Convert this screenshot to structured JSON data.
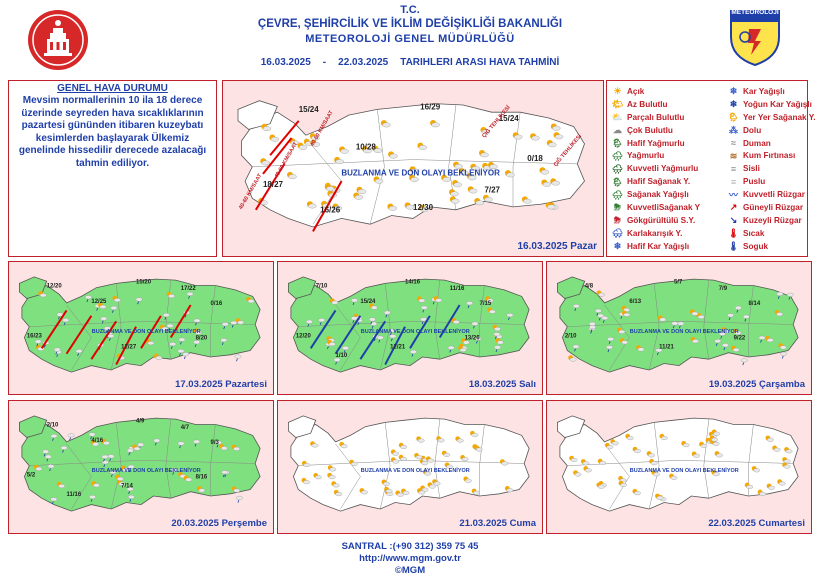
{
  "header": {
    "line1": "T.C.",
    "line2": "ÇEVRE, ŞEHİRCİLİK VE İKLİM DEĞİŞİKLİĞİ BAKANLIĞI",
    "line3": "METEOROLOJİ  GENEL  MÜDÜRLÜĞÜ",
    "date_from": "16.03.2025",
    "date_sep": "-",
    "date_to": "22.03.2025",
    "date_label": "TARIHLERI ARASI HAVA TAHMİNİ",
    "right_logo_text": "METEOROLOJİ"
  },
  "general": {
    "title": "GENEL HAVA DURUMU",
    "body": "Mevsim normallerinin 10 ila 18 derece üzerinde seyreden hava sıcaklıklarının pazartesi gününden itibaren kuzeybatı kesimlerden başlayarak Ülkemiz genelinde hissedilir derecede azalacağı tahmin ediliyor."
  },
  "legend": {
    "left": [
      {
        "label": "Açık",
        "icon": "sun-icon",
        "sym": "☀",
        "color": "#f4a800"
      },
      {
        "label": "Az Bulutlu",
        "icon": "mostly-sunny-icon",
        "sym": "🌤",
        "color": "#f4a800"
      },
      {
        "label": "Parçalı Bulutlu",
        "icon": "partly-cloudy-icon",
        "sym": "⛅",
        "color": "#f4a800"
      },
      {
        "label": "Çok Bulutlu",
        "icon": "cloudy-icon",
        "sym": "☁",
        "color": "#8a8a8a"
      },
      {
        "label": "Hafif Yağmurlu",
        "icon": "light-rain-icon",
        "sym": "🌦",
        "color": "#2f7d32"
      },
      {
        "label": "Yağmurlu",
        "icon": "rain-icon",
        "sym": "🌧",
        "color": "#2f7d32"
      },
      {
        "label": "Kuvvetli Yağmurlu",
        "icon": "heavy-rain-icon",
        "sym": "🌧",
        "color": "#1b5e20"
      },
      {
        "label": "Hafif Sağanak Y.",
        "icon": "light-shower-icon",
        "sym": "🌦",
        "color": "#2f7d32"
      },
      {
        "label": "Sağanak Yağışlı",
        "icon": "shower-icon",
        "sym": "🌧",
        "color": "#2f7d32"
      },
      {
        "label": "KuvvetliSağanak Y",
        "icon": "heavy-shower-icon",
        "sym": "⛈",
        "color": "#2f7d32"
      },
      {
        "label": "Gökgürültülü S.Y.",
        "icon": "thunderstorm-icon",
        "sym": "⛈",
        "color": "#c0202a"
      },
      {
        "label": "Karlakarışık Y.",
        "icon": "sleet-icon",
        "sym": "🌨",
        "color": "#3a5fcd"
      },
      {
        "label": "Hafif Kar Yağışlı",
        "icon": "light-snow-icon",
        "sym": "❄",
        "color": "#3a5fcd"
      }
    ],
    "right": [
      {
        "label": "Kar Yağışlı",
        "icon": "snow-icon",
        "sym": "❄",
        "color": "#3a5fcd"
      },
      {
        "label": "Yoğun Kar Yağışlı",
        "icon": "heavy-snow-icon",
        "sym": "❄",
        "color": "#1f3fa8"
      },
      {
        "label": "Yer Yer Sağanak Y.",
        "icon": "scattered-shower-icon",
        "sym": "🌦",
        "color": "#f4a800"
      },
      {
        "label": "Dolu",
        "icon": "hail-icon",
        "sym": "⁂",
        "color": "#3a5fcd"
      },
      {
        "label": "Duman",
        "icon": "smoke-icon",
        "sym": "≈",
        "color": "#8a8a8a"
      },
      {
        "label": "Kum Fırtınası",
        "icon": "sandstorm-icon",
        "sym": "≋",
        "color": "#b07030"
      },
      {
        "label": "Sisli",
        "icon": "fog-icon",
        "sym": "≡",
        "color": "#8a8a8a"
      },
      {
        "label": "Puslu",
        "icon": "haze-icon",
        "sym": "≡",
        "color": "#b0b0b0"
      },
      {
        "label": "Kuvvetli Rüzgar",
        "icon": "strong-wind-icon",
        "sym": "〰",
        "color": "#3a5fcd"
      },
      {
        "label": "Güneyli Rüzgar",
        "icon": "south-wind-arrow-icon",
        "sym": "↗",
        "color": "#e00000"
      },
      {
        "label": "Kuzeyli Rüzgar",
        "icon": "north-wind-arrow-icon",
        "sym": "↘",
        "color": "#1f3fa8"
      },
      {
        "label": "Sıcak",
        "icon": "hot-thermometer-icon",
        "sym": "🌡",
        "color": "#e00000"
      },
      {
        "label": "Soguk",
        "icon": "cold-thermometer-icon",
        "sym": "🌡",
        "color": "#1f3fa8"
      }
    ]
  },
  "maps": [
    {
      "date": "16.03.2025 Pazar",
      "banner": "BUZLANMA VE DON OLAYI BEKLENİYOR",
      "temps": [
        "15/24",
        "16/29",
        "15/24",
        "10/28",
        "0/18",
        "18/27",
        "16/26",
        "12/30",
        "7/27"
      ],
      "green": false,
      "wind": [
        "40-60 KM/SAAT",
        "40-60 KM/SAAT",
        "40-60 KM/SAAT"
      ],
      "flags": [
        "ÇIĞ TEHLİKESİ",
        "ÇIĞ TEHLİKESİ"
      ]
    },
    {
      "date": "17.03.2025 Pazartesi",
      "banner": "BUZLANMA VE DON OLAYI BEKLENİYOR",
      "temps": [
        "12/20",
        "15/20",
        "17/22",
        "0/16",
        "16/23",
        "12/25",
        "8/20",
        "12/27"
      ],
      "green": true
    },
    {
      "date": "18.03.2025 Salı",
      "banner": "BUZLANMA VE DON OLAYI BEKLENİYOR",
      "temps": [
        "7/10",
        "14/16",
        "11/16",
        "7/15",
        "12/20",
        "15/24",
        "13/26",
        "12/21",
        "1/10"
      ],
      "green": true
    },
    {
      "date": "19.03.2025 Çarşamba",
      "banner": "BUZLANMA VE DON OLAYI BEKLENİYOR",
      "temps": [
        "4/8",
        "5/7",
        "7/9",
        "8/14",
        "2/10",
        "6/13",
        "9/22",
        "11/21"
      ],
      "green": true
    },
    {
      "date": "20.03.2025 Perşembe",
      "banner": "BUZLANMA VE DON OLAYI BEKLENİYOR",
      "temps": [
        "2/10",
        "4/9",
        "4/7",
        "9/3",
        "5/2",
        "4/16",
        "8/16",
        "7/14",
        "11/16"
      ],
      "green": true
    },
    {
      "date": "21.03.2025 Cuma",
      "banner": "BUZLANMA VE DON OLAYI BEKLENİYOR",
      "temps": [],
      "green": false
    },
    {
      "date": "22.03.2025 Cumartesi",
      "banner": "BUZLANMA VE DON OLAYI BEKLENİYOR",
      "temps": [],
      "green": false
    }
  ],
  "footer": {
    "phone": "SANTRAL :(+90 312) 359 75 45",
    "url": "http://www.mgm.gov.tr",
    "copy": "©MGM"
  },
  "colors": {
    "accent": "#1f3fa8",
    "border": "#c0202a",
    "panel_bg": "#fde3e3",
    "green": "#7fe07f",
    "land": "#ffffff"
  }
}
